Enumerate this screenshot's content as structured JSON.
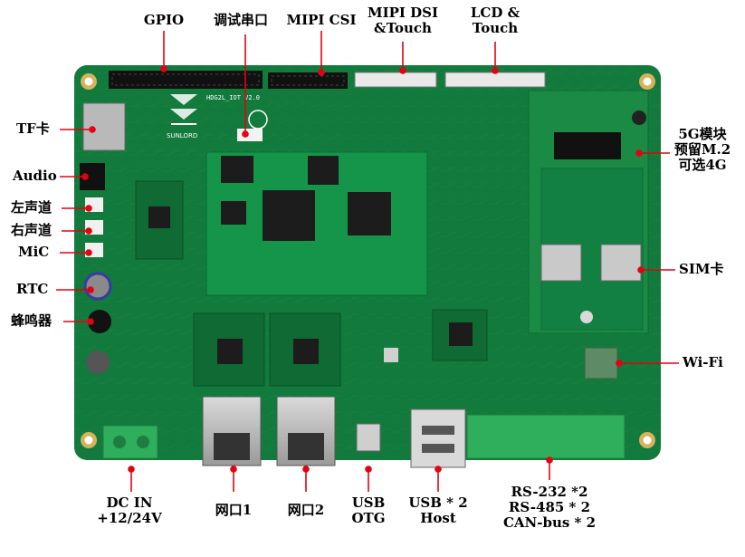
{
  "board": {
    "silkscreen_model": "HDG2L_IOT V2.0",
    "brand_logo_text": "SUNLORD",
    "colors": {
      "pcb": "#127a3c",
      "pcb_dark": "#0c5a2b",
      "trace": "#1a9148",
      "pointer": "#e60012",
      "connector_green": "#2fae5c",
      "chip": "#1c1c1c"
    }
  },
  "labels": {
    "gpio": "GPIO",
    "debug_uart": "调试串口",
    "mipi_csi": "MIPI CSI",
    "mipi_dsi_1": "MIPI DSI",
    "mipi_dsi_2": "&Touch",
    "lcd_1": "LCD &",
    "lcd_2": "Touch",
    "tf": "TF卡",
    "audio": "Audio",
    "left_ch": "左声道",
    "right_ch": "右声道",
    "mic": "MiC",
    "rtc": "RTC",
    "buzzer": "蜂鸣器",
    "g5_1": "5G模块",
    "g5_2": "预留M.2",
    "g5_3": "可选4G",
    "sim": "SIM卡",
    "wifi": "Wi-Fi",
    "dcin_1": "DC IN",
    "dcin_2": "+12/24V",
    "eth1": "网口1",
    "eth2": "网口2",
    "usbotg_1": "USB",
    "usbotg_2": "OTG",
    "usbhost_1": "USB * 2",
    "usbhost_2": "Host",
    "serial_1": "RS-232 *2",
    "serial_2": "RS-485 * 2",
    "serial_3": "CAN-bus * 2"
  }
}
